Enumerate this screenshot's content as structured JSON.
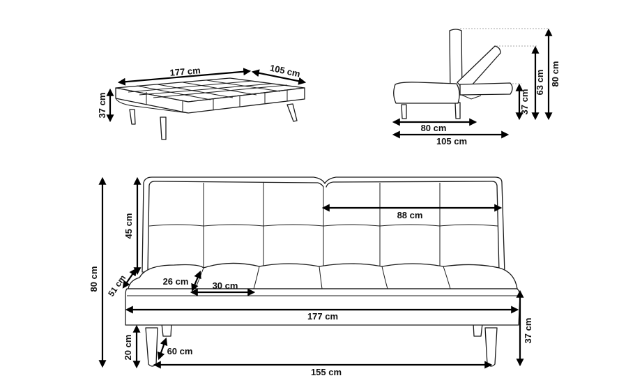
{
  "top_view": {
    "length": "177 cm",
    "depth": "105 cm",
    "height": "37 cm"
  },
  "side_view": {
    "seat_depth": "80 cm",
    "total_depth": "105 cm",
    "seat_height": "37 cm",
    "mid_height": "63 cm",
    "total_height": "80 cm"
  },
  "front_view": {
    "total_height": "80 cm",
    "back_height": "45 cm",
    "seat_depth": "51 cm",
    "cushion_height": "26 cm",
    "cushion_width": "30 cm",
    "half_back_width": "88 cm",
    "total_width": "177 cm",
    "leg_height": "20 cm",
    "leg_length": "60 cm",
    "leg_span": "155 cm",
    "seat_height": "37 cm"
  },
  "colors": {
    "line": "#1a1a1a",
    "dimension": "#000000"
  }
}
